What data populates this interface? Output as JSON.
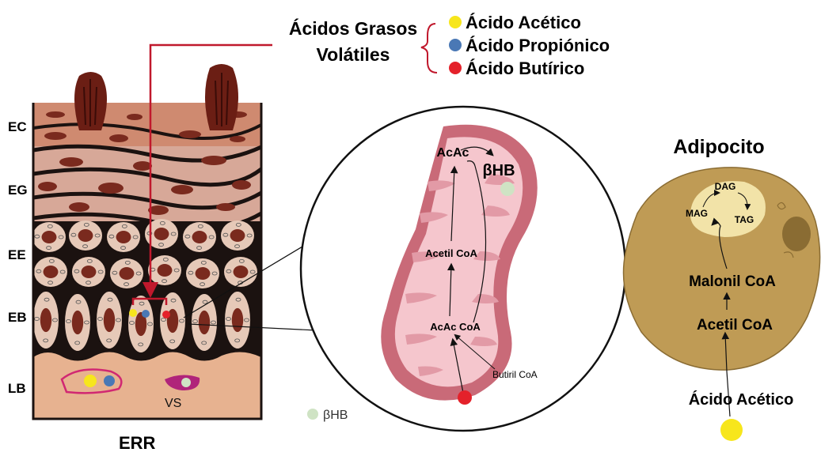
{
  "vfa": {
    "title_line1": "Ácidos Grasos",
    "title_line2": "Volátiles",
    "items": [
      {
        "label": "Ácido Acético",
        "color": "#f7e61c"
      },
      {
        "label": "Ácido Propiónico",
        "color": "#4a78b5"
      },
      {
        "label": "Ácido Butírico",
        "color": "#e4212a"
      }
    ]
  },
  "epithelium": {
    "layers": [
      "EC",
      "EG",
      "EE",
      "EB",
      "LB"
    ],
    "vessel_label": "VS",
    "caption": "ERR"
  },
  "mitochondrion": {
    "acac": "AcAc",
    "bhb": "βHB",
    "acetil_coa": "Acetil CoA",
    "acac_coa": "AcAc CoA",
    "butiril_coa": "Butiril CoA"
  },
  "legend": {
    "bhb_label": "βHB",
    "bhb_color": "#cfe3c4"
  },
  "adipocyte": {
    "title": "Adipocito",
    "dag": "DAG",
    "mag": "MAG",
    "tag": "TAG",
    "malonil_coa": "Malonil CoA",
    "acetil_coa": "Acetil CoA",
    "acido_acetico": "Ácido Acético"
  }
}
